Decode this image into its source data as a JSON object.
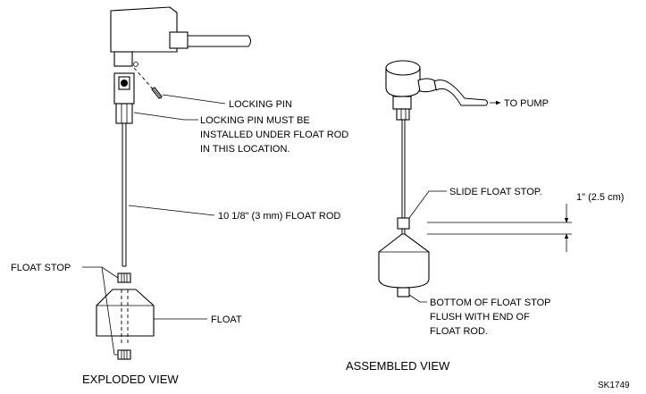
{
  "exploded": {
    "locking_pin": "LOCKING PIN",
    "locking_pin_note": [
      "LOCKING PIN MUST BE",
      "INSTALLED UNDER FLOAT ROD",
      "IN THIS LOCATION."
    ],
    "float_rod": "10 1/8\" (3 mm) FLOAT ROD",
    "float_stop": "FLOAT STOP",
    "float": "FLOAT",
    "caption": "EXPLODED VIEW"
  },
  "assembled": {
    "to_pump": "TO PUMP",
    "slide_float_stop": "SLIDE FLOAT STOP.",
    "dimension": "1\" (2.5 cm)",
    "bottom_note": [
      "BOTTOM OF FLOAT STOP",
      "FLUSH WITH END OF",
      "FLOAT ROD."
    ],
    "caption": "ASSEMBLED VIEW"
  },
  "drawing_id": "SK1749"
}
